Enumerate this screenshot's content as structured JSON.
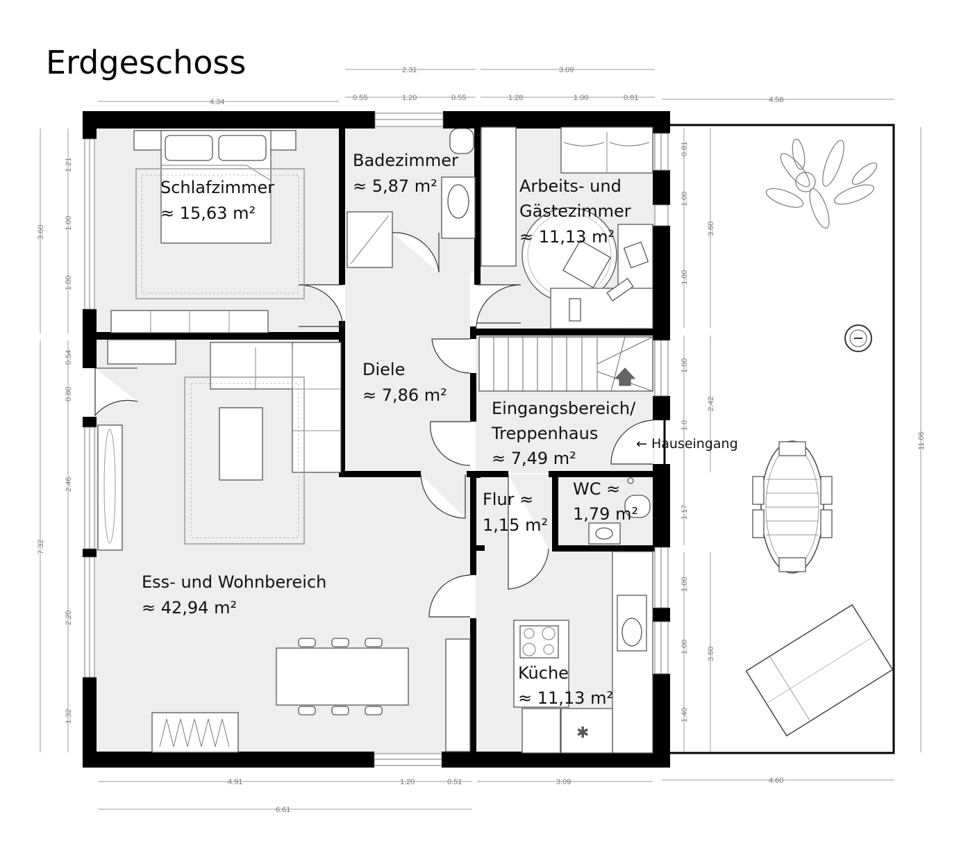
{
  "title": "Erdgeschoss",
  "rooms": {
    "schlafzimmer": {
      "name": "Schlafzimmer",
      "area": "≈ 15,63 m²"
    },
    "badezimmer": {
      "name": "Badezimmer",
      "area": "≈ 5,87 m²"
    },
    "arbeitszimmer": {
      "name_line1": "Arbeits- und",
      "name_line2": "Gästezimmer",
      "area": "≈ 11,13 m²"
    },
    "diele": {
      "name": "Diele",
      "area": "≈ 7,86 m²"
    },
    "eingang": {
      "name_line1": "Eingangsbereich/",
      "name_line2": "Treppenhaus",
      "area": "≈ 7,49 m²"
    },
    "flur": {
      "name": "Flur ≈",
      "area": "1,15 m²"
    },
    "wc": {
      "name": "WC ≈",
      "area": "1,79 m²"
    },
    "wohnbereich": {
      "name": "Ess- und Wohnbereich",
      "area": "≈ 42,94 m²"
    },
    "kueche": {
      "name": "Küche",
      "area": "≈ 11,13 m²"
    }
  },
  "entrance_label": "← Hauseingang",
  "dimensions": {
    "top": [
      "4.34",
      "2.31",
      "0.55",
      "1.20",
      "0.55",
      "3.09",
      "1.28",
      "1.00",
      "0.81",
      "4.58"
    ],
    "bottom": [
      "4.91",
      "1.20",
      "0.51",
      "3.09",
      "4.60",
      "6.61"
    ],
    "left": [
      "3.60",
      "1.21",
      "1.00",
      "1.00",
      "0.54",
      "0.80",
      "2.46",
      "7.32",
      "2.20",
      "1.32"
    ],
    "right_inner": [
      "0.81",
      "1.00",
      "1.80",
      "1.00",
      "1.0",
      "1.17",
      "1.00",
      "1.00",
      "1.40"
    ],
    "right_outer": [
      "3.60",
      "2.42",
      "3.60",
      "11.06"
    ]
  }
}
